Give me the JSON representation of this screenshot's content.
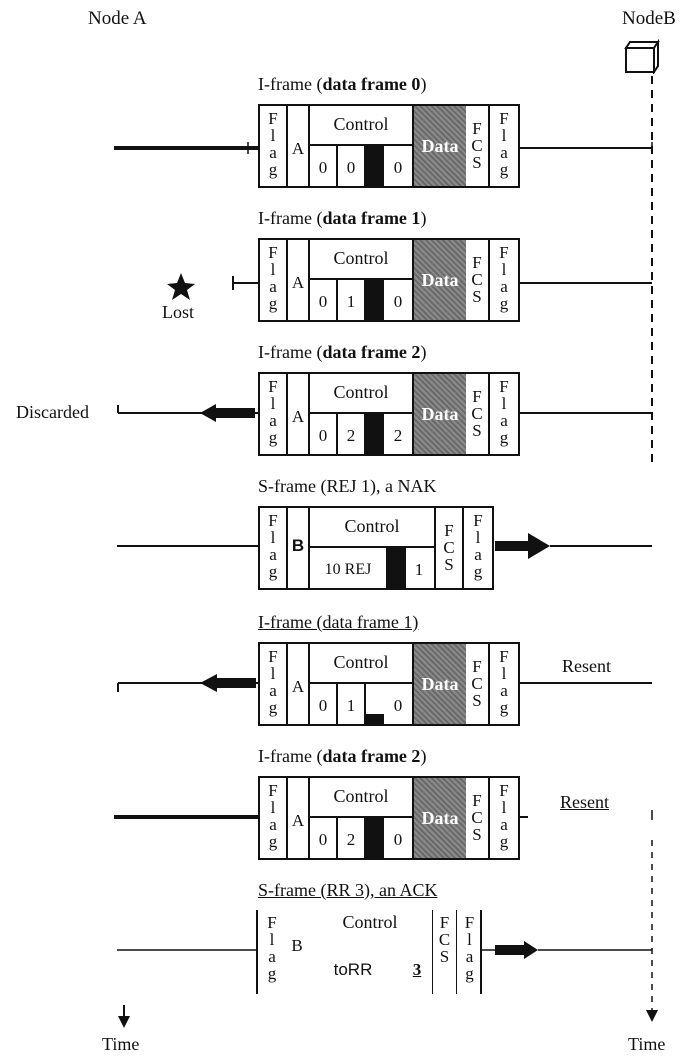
{
  "nodes": {
    "a": "Node A",
    "b": "NodeB"
  },
  "time": {
    "left": "Time",
    "right": "Time"
  },
  "frames": [
    {
      "caption_pre": "I-frame (",
      "caption_bold": "data frame 0",
      "caption_post": ")",
      "addr": "A",
      "ctrl": "Control",
      "c1": "0",
      "c2": "0",
      "c3": "0",
      "data": "Data"
    },
    {
      "caption_pre": "I-frame (",
      "caption_bold": "data frame 1",
      "caption_post": ")",
      "addr": "A",
      "ctrl": "Control",
      "c1": "0",
      "c2": "1",
      "c3": "0",
      "data": "Data",
      "side_left": "Lost"
    },
    {
      "caption_pre": "I-frame (",
      "caption_bold": "data frame 2",
      "caption_post": ")",
      "addr": "A",
      "ctrl": "Control",
      "c1": "0",
      "c2": "2",
      "c3": "2",
      "data": "Data",
      "side_left": "Discarded"
    },
    {
      "caption": "S-frame (REJ 1), a NAK",
      "addr": "B",
      "ctrl": "Control",
      "c1": "10 REJ",
      "c3": "1"
    },
    {
      "caption": "I-frame (data frame 1)",
      "addr": "A",
      "ctrl": "Control",
      "c1": "0",
      "c2": "1",
      "c3": "0",
      "data": "Data",
      "side_right": "Resent"
    },
    {
      "caption_pre": "I-frame (",
      "caption_bold": "data frame 2",
      "caption_post": ")",
      "addr": "A",
      "ctrl": "Control",
      "c1": "0",
      "c2": "2",
      "c3": "0",
      "data": "Data",
      "side_right": "Resent"
    },
    {
      "caption": "S-frame (RR 3), an ACK",
      "addr": "B",
      "ctrl": "Control",
      "c1": "toRR",
      "c3": "3"
    }
  ],
  "field_letters": {
    "flag": [
      "F",
      "l",
      "a",
      "g"
    ],
    "fcs": [
      "F",
      "C",
      "S"
    ]
  },
  "colors": {
    "ink": "#111111",
    "data_fill": "#7a7a7a",
    "background": "#ffffff"
  }
}
